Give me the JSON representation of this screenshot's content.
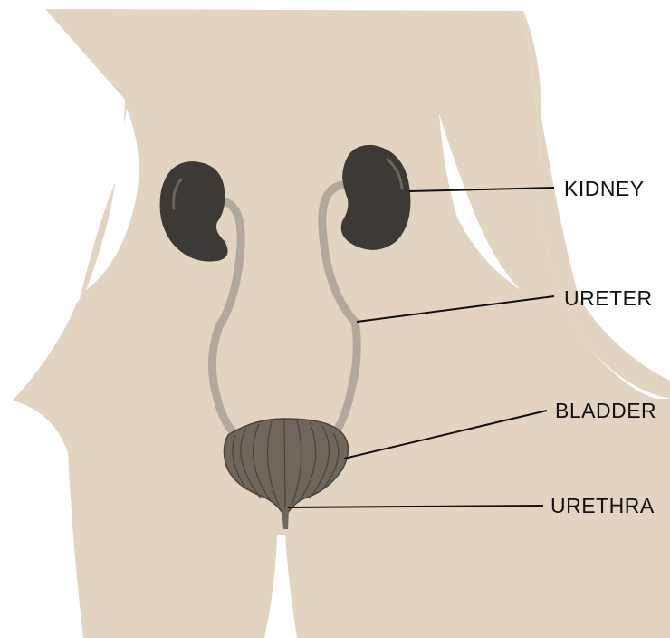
{
  "diagram": {
    "colors": {
      "body": "#e3d4c1",
      "kidney": "#3d3935",
      "kidney_highlight": "#6a6560",
      "ureter": "#b3a89c",
      "bladder": "#6f665c",
      "bladder_lines": "#4a433c",
      "background": "#ffffff"
    },
    "labels": {
      "kidney": "KIDNEY",
      "ureter": "URETER",
      "bladder": "BLADDER",
      "urethra": "URETHRA"
    }
  }
}
